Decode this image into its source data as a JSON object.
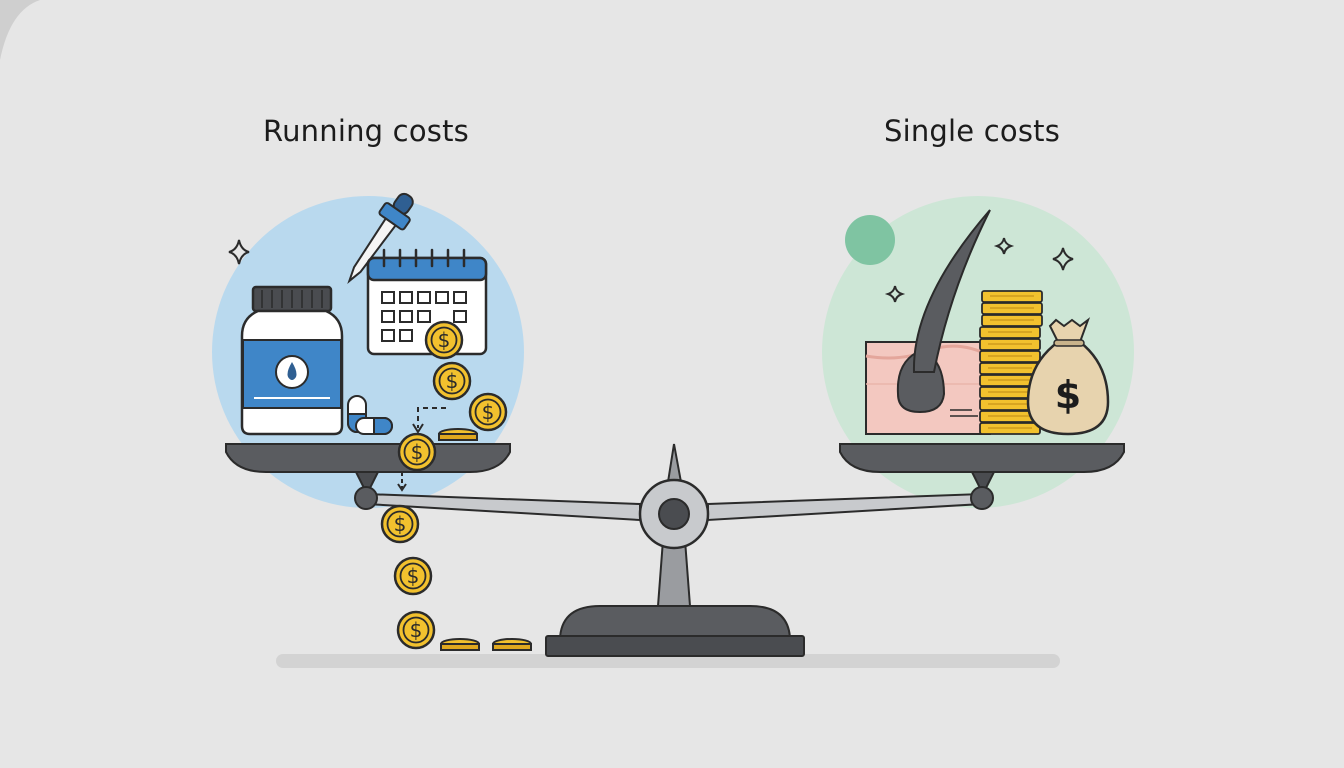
{
  "labels": {
    "left_title": "Running costs",
    "right_title": "Single costs"
  },
  "icons": {
    "left": [
      "supplement-bottle-icon",
      "dropper-icon",
      "calendar-icon",
      "capsule-icon",
      "falling-coins"
    ],
    "right": [
      "hair-follicle-icon",
      "coin-stack-icon",
      "money-bag-icon"
    ],
    "center": "balance-scale-icon"
  },
  "symbols": {
    "coin": "$",
    "money_bag": "$"
  },
  "colors": {
    "background": "#e6e6e6",
    "left_circle": "#b9d9ee",
    "right_circle": "#cde6d6",
    "coin_gold": "#f2c12e",
    "coin_outline": "#2b2b2b",
    "scale_dark": "#5a5c60",
    "scale_light": "#c8cacd",
    "bottle_blue": "#3f86c8",
    "skin_pink": "#f3c8c0",
    "money_bag": "#e7d3ae"
  }
}
